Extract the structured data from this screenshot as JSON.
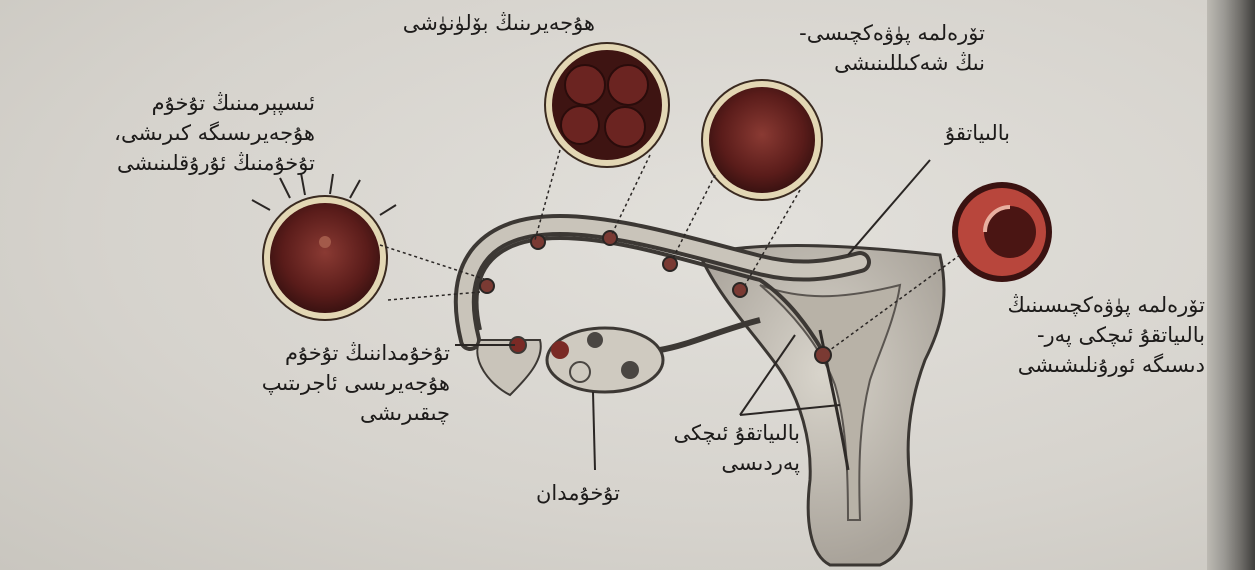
{
  "labels": {
    "sperm_entry": "ئىسپېرمىنىڭ تۇخۇم\nھۇجەيرىسىگە كىرىشى،\nتۇخۇمنىڭ ئۇرۇقلىنىشى",
    "cell_division": "ھۇجەيرىنىڭ بۆلۈنۈشى",
    "embryo_formation": "تۆرەلمە پۈۋەكچىسى-\nنىڭ شەكىللىنىشى",
    "uterus": "بالىياتقۇ",
    "implantation": "تۆرەلمە پۈۋەكچىسىنىڭ\nبالىياتقۇ ئىچكى پەر-\nدىسىگە ئورۇنلىشىشى",
    "ovulation": "تۇخۇمداننىڭ تۇخۇم\nھۇجەيرىسى ئاجرىتىپ\nچىقىرىشى",
    "endometrium": "بالىياتقۇ ئىچكى\nپەردىسى",
    "ovary": "تۇخۇمدان"
  },
  "colors": {
    "tissue": "#c7c2b8",
    "tissue_dark": "#4a4642",
    "cell_fill": "#6b2421",
    "cell_rim": "#e8dcb8",
    "line": "#2a2624"
  }
}
